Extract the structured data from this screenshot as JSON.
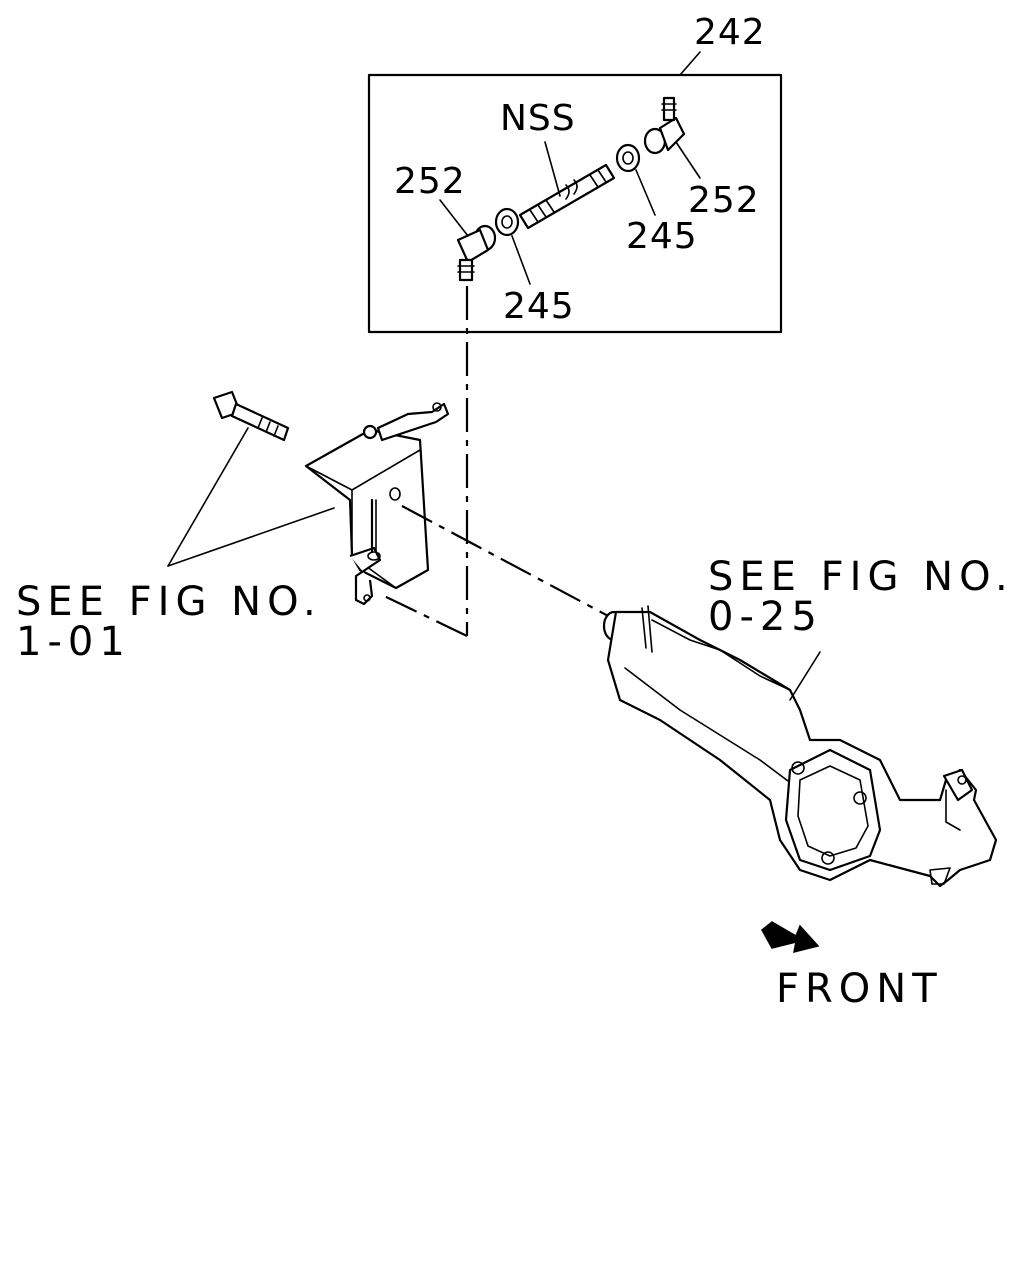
{
  "labels": {
    "kit_ref": "242",
    "nss": "NSS",
    "fitting_left": "252",
    "fitting_right": "252",
    "nut_right": "245",
    "nut_left": "245",
    "see_fig_left_line1": "SEE FIG NO.",
    "see_fig_left_line2": "1-01",
    "see_fig_right_line1": "SEE FIG NO.",
    "see_fig_right_line2": "0-25",
    "front": "FRONT"
  },
  "colors": {
    "line": "#000000",
    "background": "#ffffff"
  }
}
